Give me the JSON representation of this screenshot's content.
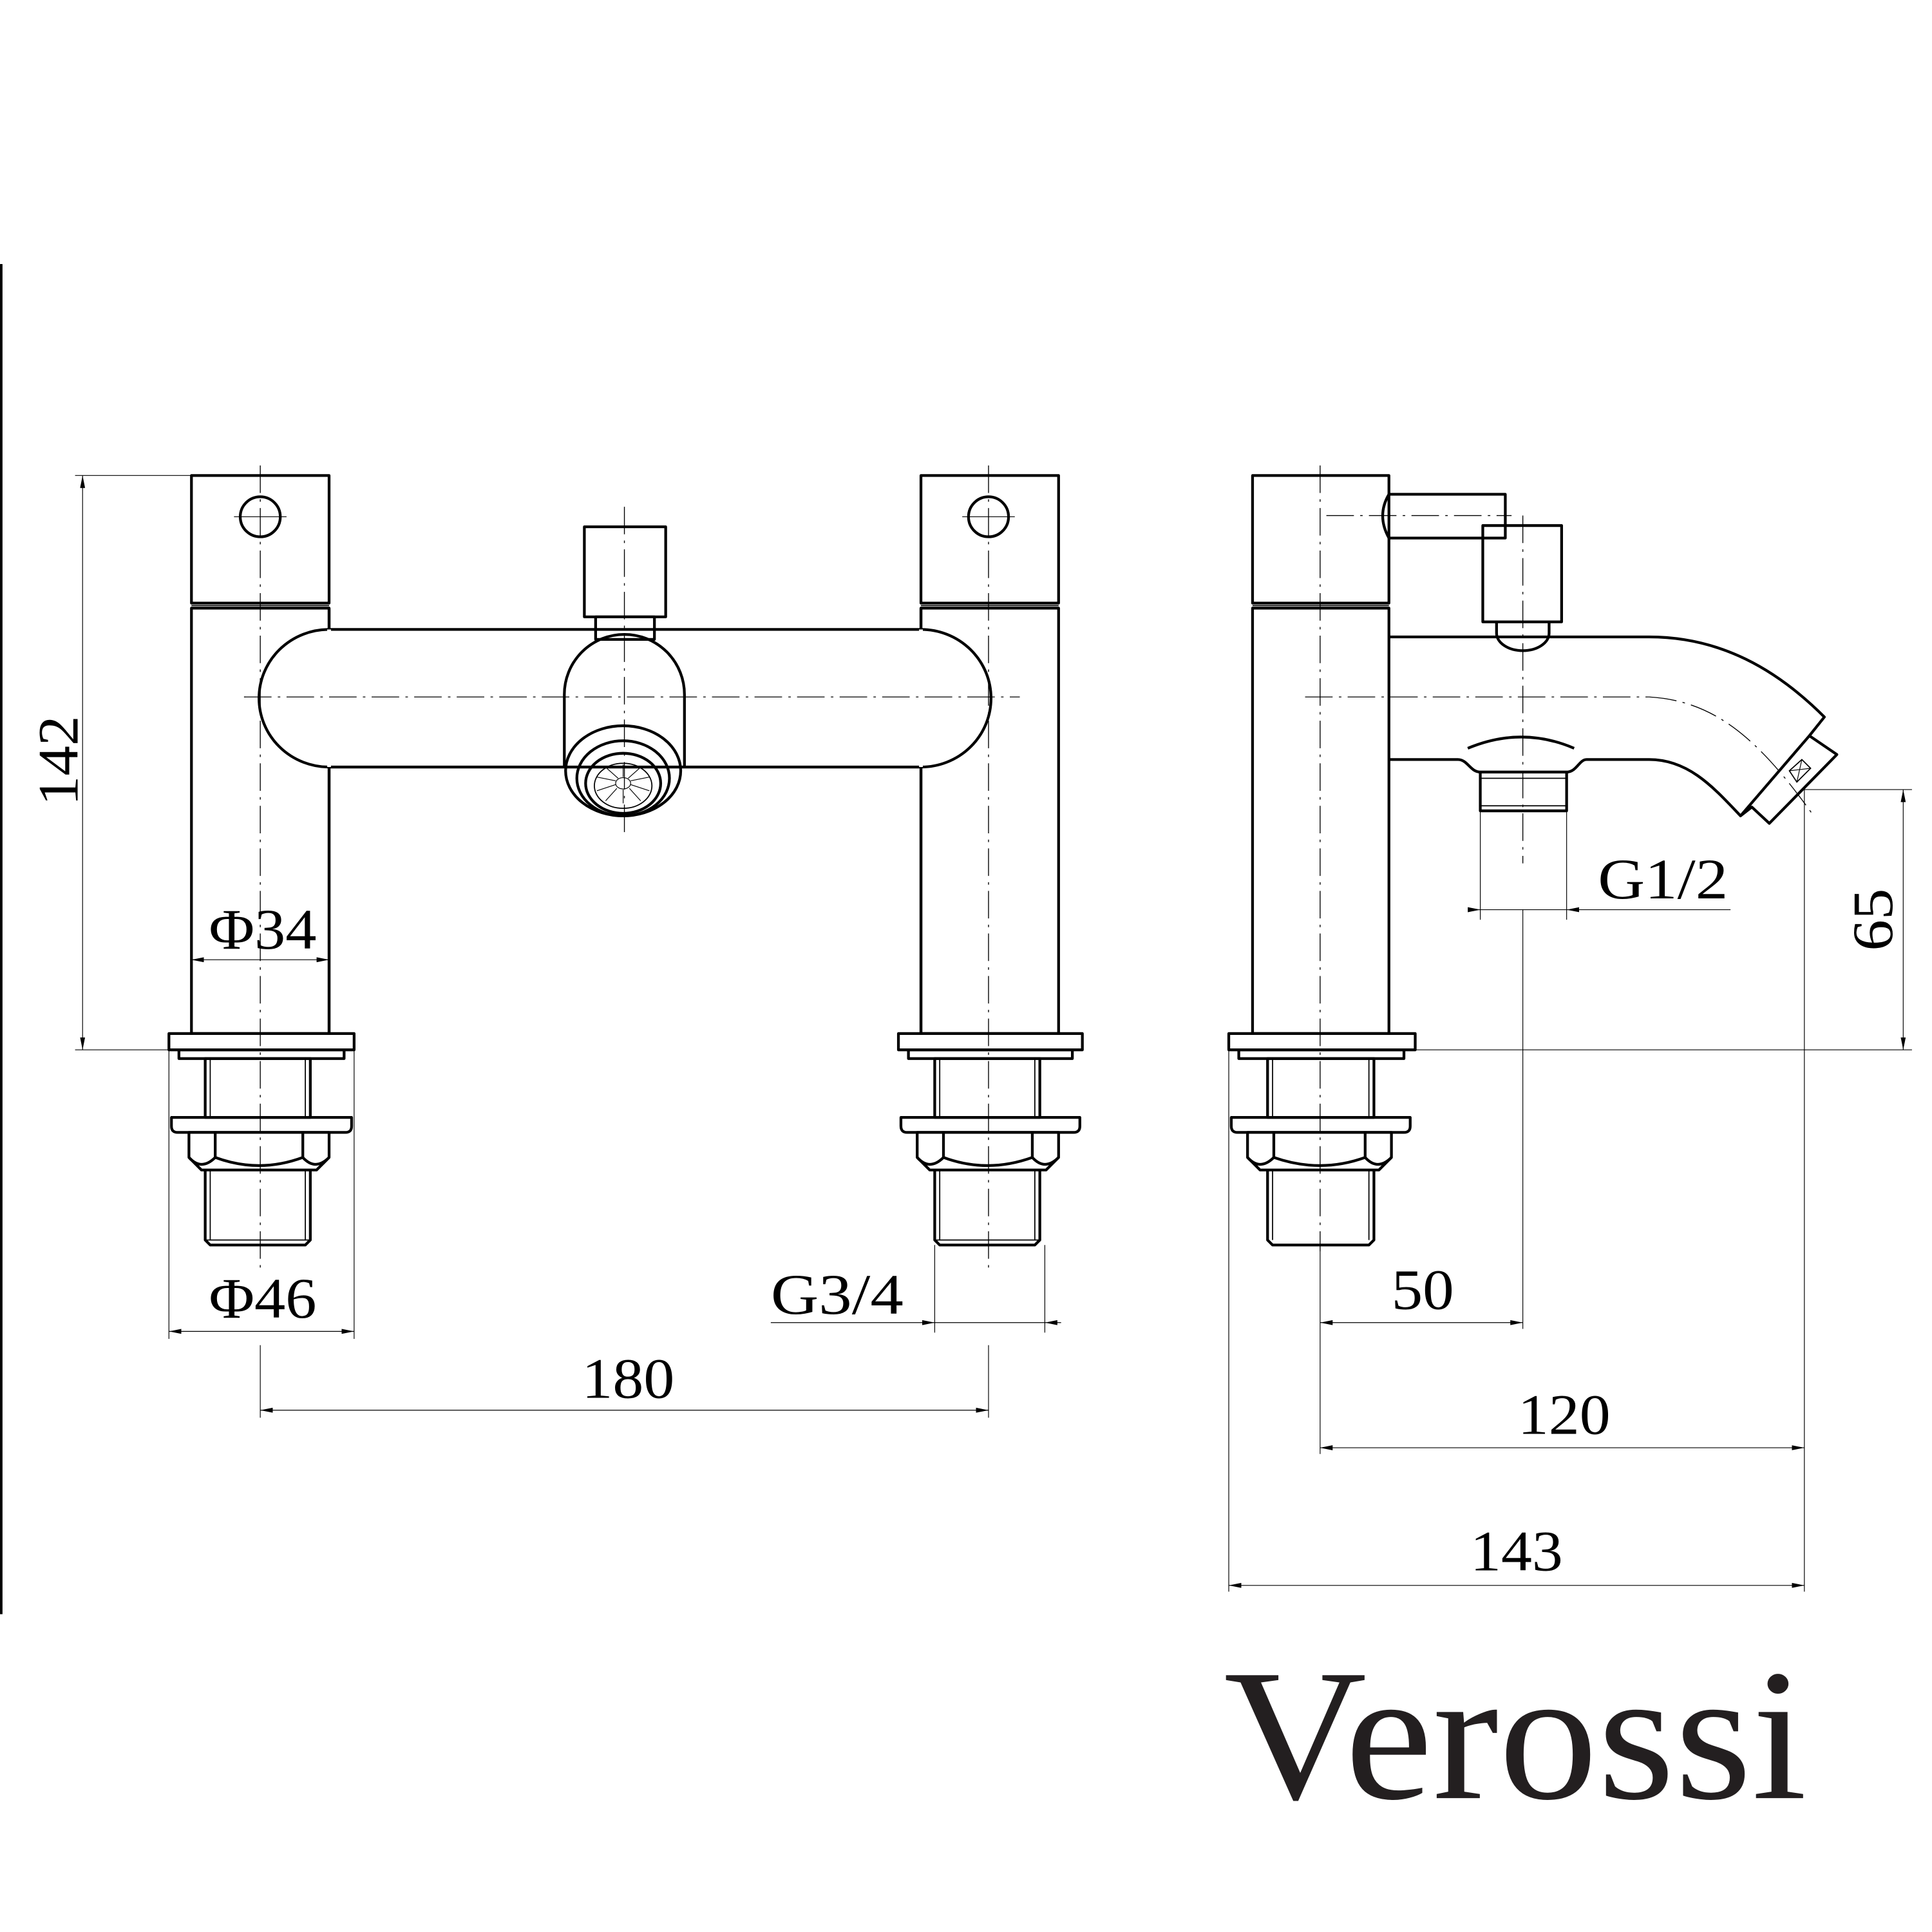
{
  "drawing": {
    "title": "Bath shower mixer tap technical drawing",
    "units": "mm",
    "brand": "Verossi",
    "views": [
      "front-view",
      "side-view"
    ],
    "colors": {
      "line": "#000000",
      "logo": "#231f20",
      "background": "#ffffff"
    }
  },
  "dimensions": {
    "overall_height": "142",
    "body_diameter": "Φ34",
    "base_diameter": "Φ46",
    "inlet_thread": "G3/4",
    "inlet_centres": "180",
    "shower_outlet_thread": "G1/2",
    "spout_height": "65",
    "outlet_offset": "50",
    "spout_reach": "120",
    "overall_depth": "143"
  },
  "logo": {
    "text": "Verossi"
  }
}
